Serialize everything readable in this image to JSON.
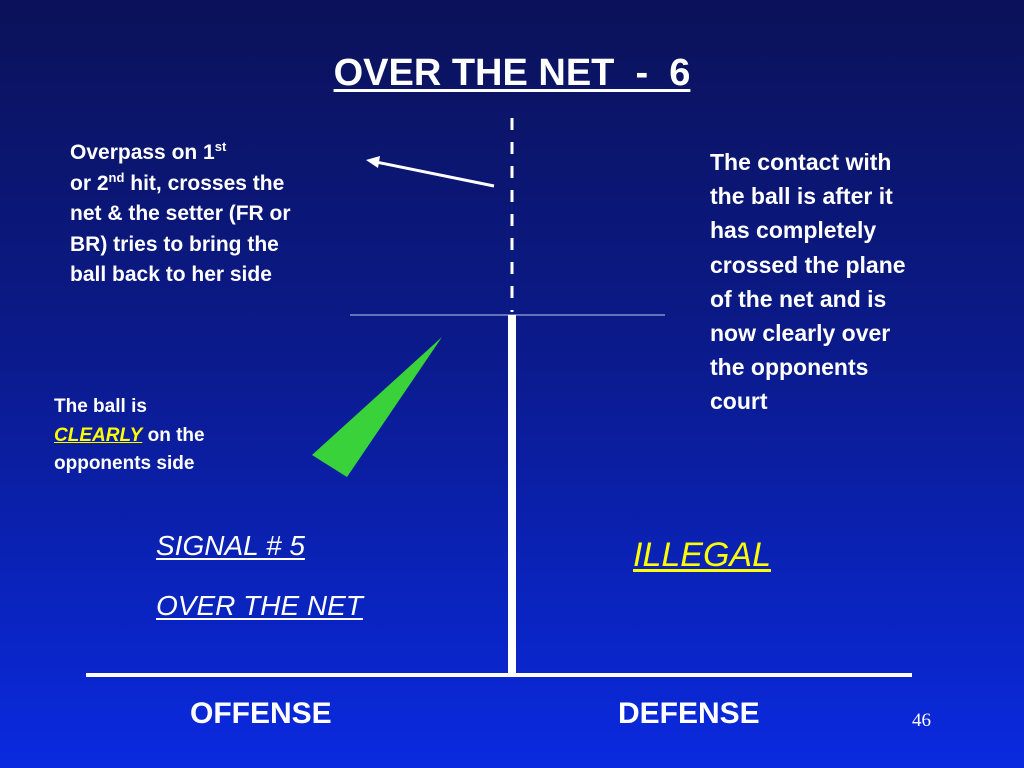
{
  "slide": {
    "title": "OVER THE NET  -  6",
    "page_number": "46"
  },
  "left_note": {
    "line1_text": "Overpass on 1",
    "line1_sup": "st",
    "line2_text": "or 2",
    "line2_sup": "nd",
    "rest": " hit, crosses the net & the setter (FR or BR) tries to bring the ball back to her side"
  },
  "right_note": {
    "text": "The contact with the ball is after it has completely crossed the plane of the net and is now clearly over the opponents court"
  },
  "clearly_note": {
    "before": "The ball is ",
    "emphasis": "CLEARLY",
    "after": " on the opponents side"
  },
  "signal": {
    "number": "SIGNAL # 5",
    "name": "OVER THE NET"
  },
  "verdict": "ILLEGAL",
  "sides": {
    "left": "OFFENSE",
    "right": "DEFENSE"
  },
  "colors": {
    "text": "#ffffff",
    "highlight": "#ffff00",
    "checkmark": "#33cc33"
  }
}
